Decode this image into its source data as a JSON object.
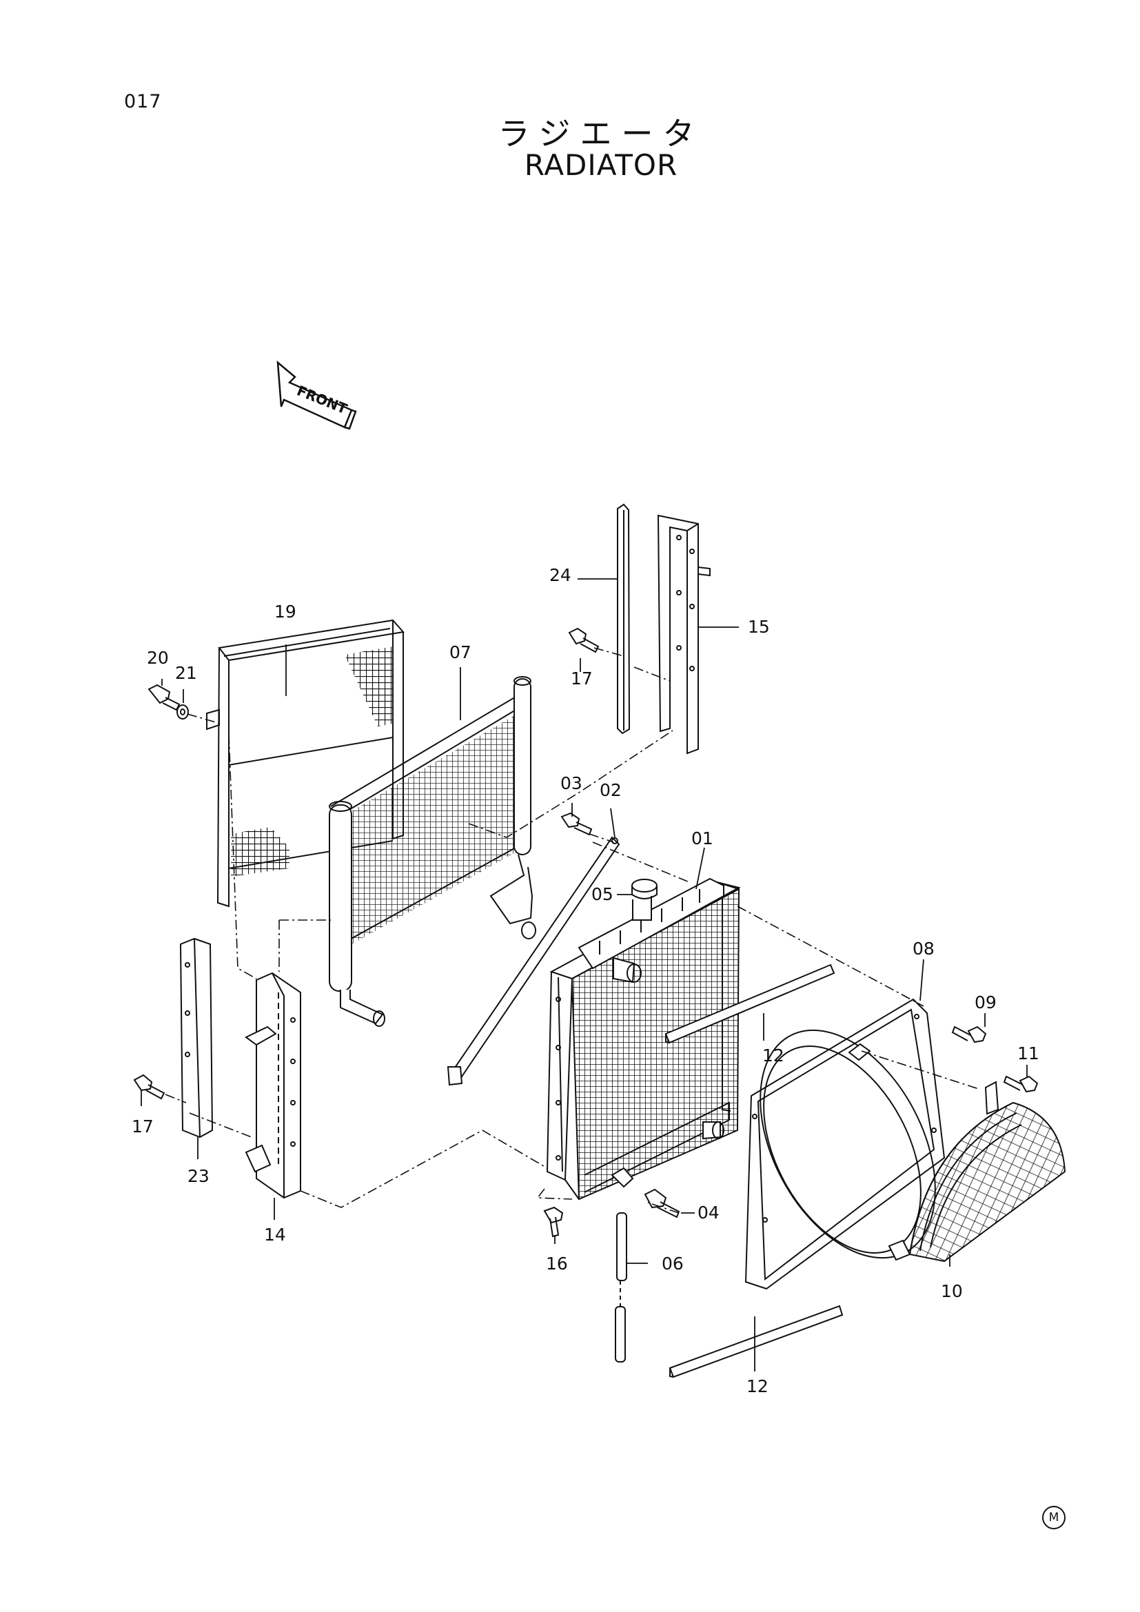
{
  "page": {
    "number": "017",
    "title_jp": "ラジエータ",
    "title_en": "RADIATOR",
    "maker_mark": "M"
  },
  "front_arrow": {
    "label": "FRONT"
  },
  "callouts": {
    "p01": "01",
    "p02": "02",
    "p03": "03",
    "p04": "04",
    "p05": "05",
    "p06": "06",
    "p07": "07",
    "p08": "08",
    "p09": "09",
    "p10": "10",
    "p11": "11",
    "p12a": "12",
    "p12b": "12",
    "p14": "14",
    "p15": "15",
    "p16": "16",
    "p17a": "17",
    "p17b": "17",
    "p19": "19",
    "p20": "20",
    "p21": "21",
    "p23": "23",
    "p24": "24"
  }
}
